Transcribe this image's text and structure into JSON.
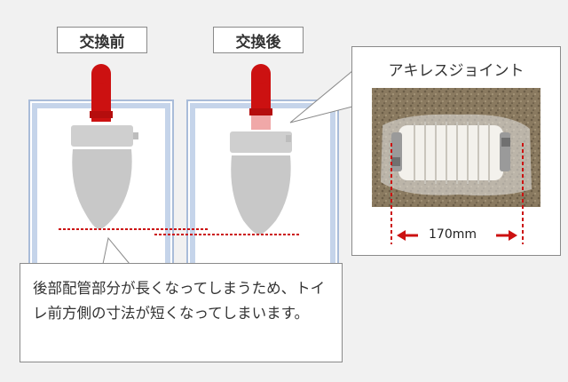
{
  "labels": {
    "before": "交換前",
    "after": "交換後"
  },
  "photo": {
    "title": "アキレスジョイント",
    "dimension": "170mm"
  },
  "callout": {
    "text": "後部配管部分が長くなってしまうため、トイレ前方側の寸法が短くなってしまいます。"
  },
  "colors": {
    "pipe_red": "#cc1111",
    "dashed_red": "#cc1111",
    "wall_blue": "#a9bcd9",
    "toilet_gray": "#c8c8c8",
    "background": "#f1f1f1"
  }
}
